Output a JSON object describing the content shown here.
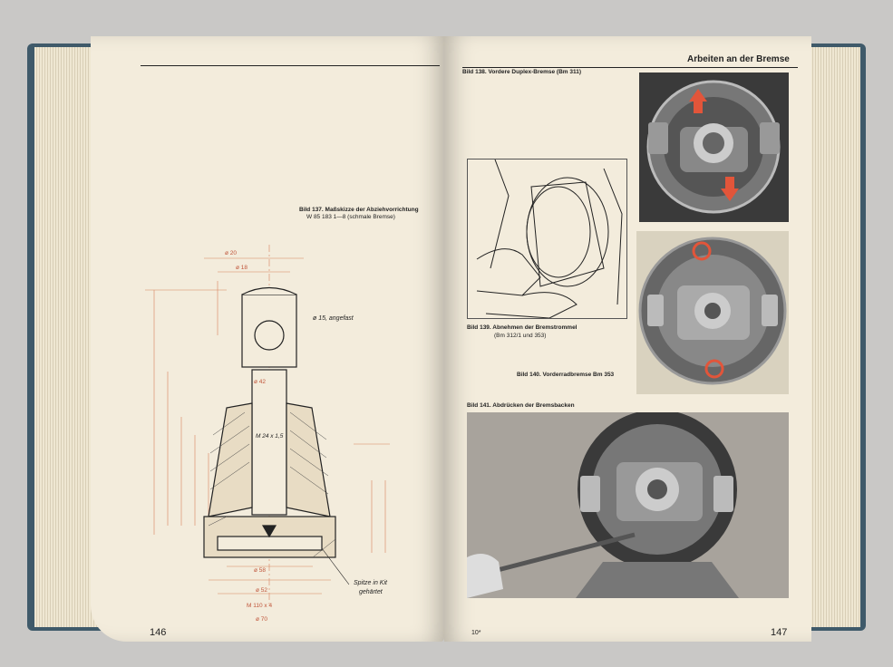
{
  "left_page": {
    "page_number": "146",
    "figure_caption_line1": "Bild 137. Maßskizze der Abziehvorrichtung",
    "figure_caption_line2": "W 85 183 1—8 (schmale Bremse)",
    "drawing_labels": {
      "dim_top": "ø 20",
      "dim_cap": "ø 18",
      "note_hole": "ø 15, angefast",
      "dim_shaft": "ø 42",
      "thread": "M 24 x 1,5",
      "dim_base1": "ø 58",
      "dim_base2": "ø 52",
      "dim_base3": "M 110 x 4",
      "dim_base4": "ø 70",
      "note_tip_line1": "Spitze in Kit",
      "note_tip_line2": "gehärtet"
    }
  },
  "right_page": {
    "running_head": "Arbeiten an der Bremse",
    "page_number": "147",
    "small_page_mark": "10*",
    "fig138_caption": "Bild 138. Vordere Duplex-Bremse (Bm 311)",
    "fig139_caption_line1": "Bild 139. Abnehmen der Bremstrommel",
    "fig139_caption_line2": "(Bm 312/1 und 353)",
    "fig140_caption": "Bild 140. Vorderradbremse Bm 353",
    "fig141_caption": "Bild 141. Abdrücken der Bremsbacken"
  },
  "colors": {
    "paper": "#f3ecdc",
    "highlight": "#e2553a",
    "cover": "#3f5a6a"
  }
}
